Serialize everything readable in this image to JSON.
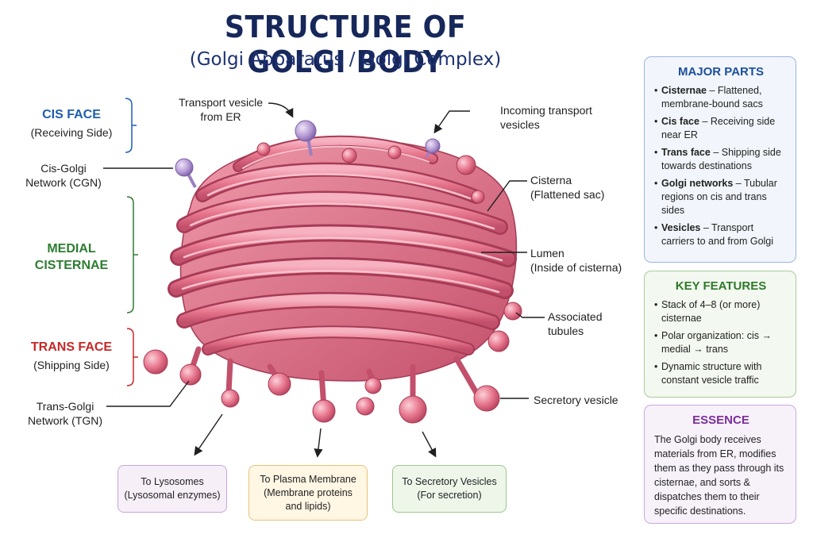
{
  "title": "STRUCTURE OF GOLGI BODY",
  "subtitle": "(Golgi Apparatus / Golgi Complex)",
  "faces": {
    "cis": {
      "heading": "CIS FACE",
      "sub": "(Receiving Side)",
      "color": "#1d5db0"
    },
    "medial": {
      "heading_line1": "MEDIAL",
      "heading_line2": "CISTERNAE",
      "color": "#2e7d32"
    },
    "trans": {
      "heading": "TRANS FACE",
      "sub": "(Shipping Side)",
      "color": "#c62828"
    }
  },
  "labels": {
    "transport_vesicle_er": {
      "line1": "Transport vesicle",
      "line2": "from ER"
    },
    "incoming_vesicles": {
      "line1": "Incoming transport",
      "line2": "vesicles"
    },
    "cgn": {
      "line1": "Cis-Golgi",
      "line2": "Network (CGN)"
    },
    "cisterna": {
      "line1": "Cisterna",
      "line2": "(Flattened sac)"
    },
    "lumen": {
      "line1": "Lumen",
      "line2": "(Inside of cisterna)"
    },
    "tubules": {
      "line1": "Associated",
      "line2": "tubules"
    },
    "secretory_vesicle": {
      "line1": "Secretory vesicle"
    },
    "tgn": {
      "line1": "Trans-Golgi",
      "line2": "Network (TGN)"
    }
  },
  "destinations": {
    "lysosomes": {
      "line1": "To Lysosomes",
      "line2": "(Lysosomal enzymes)"
    },
    "plasma": {
      "line1": "To Plasma Membrane",
      "line2": "(Membrane proteins",
      "line3": "and lipids)"
    },
    "secretory": {
      "line1": "To Secretory Vesicles",
      "line2": "(For secretion)"
    }
  },
  "panels": {
    "major": {
      "title": "MAJOR PARTS",
      "items": [
        {
          "term": "Cisternae",
          "desc": " – Flattened, membrane-bound sacs"
        },
        {
          "term": "Cis face",
          "desc": " – Receiving side near ER"
        },
        {
          "term": "Trans face",
          "desc": " – Shipping side towards destinations"
        },
        {
          "term": "Golgi networks",
          "desc": " – Tubular regions on cis and trans sides"
        },
        {
          "term": "Vesicles",
          "desc": " – Transport carriers to and from Golgi"
        }
      ]
    },
    "key": {
      "title": "KEY FEATURES",
      "items": [
        "Stack of 4–8 (or more) cisternae",
        "Polar organization: cis → medial → trans",
        "Dynamic structure with constant vesicle traffic"
      ]
    },
    "essence": {
      "title": "ESSENCE",
      "text": "The Golgi body receives materials from ER, modifies them as they pass through its cisternae, and sorts & dispatches them to their specific destinations."
    }
  },
  "colors": {
    "golgi": "#e8788f",
    "golgi_dark": "#b8435e",
    "vesicle_incoming": "#b59ad3",
    "title": "#16275a"
  }
}
